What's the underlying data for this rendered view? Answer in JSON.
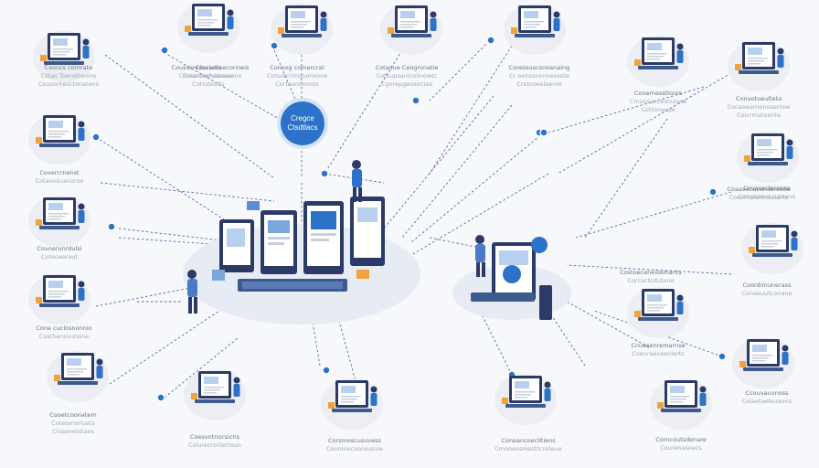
{
  "hub": {
    "line1": "Cregce",
    "line2": "Ctsdtlacs"
  },
  "nodes": [
    {
      "id": "tl-laptop-desk",
      "icon": "person-at-desk-icon",
      "caption": [
        "Cxoncs comrate",
        "Cotas Toenebenins",
        "Cousontesctonatens"
      ]
    },
    {
      "id": "t-monitor-person",
      "icon": "monitor-person-icon",
      "caption": [
        "Cresiutls",
        "Coiarslerfvatoure",
        "Cotiutestts"
      ]
    },
    {
      "id": "t-laptop",
      "icon": "laptop-icon",
      "caption": [
        "Conoxg comercrat",
        "Cotsatcrimvsorisone",
        "Corteanlloonts"
      ]
    },
    {
      "id": "t-monitor-chart",
      "icon": "monitor-chart-icon",
      "caption": [
        "Cotaoue Ceogronatle",
        "Cotsupsanlceilnowtc",
        "Cgorepgeosoctes"
      ]
    },
    {
      "id": "t-tablet",
      "icon": "tablet-icon",
      "caption": [
        "Coressuscsnoanaing",
        "Cr oenssoinmesoste",
        "Cretnoeslaenre"
      ]
    },
    {
      "id": "tr-document",
      "icon": "document-icon",
      "caption": [
        "Conemesstlonrs",
        "Cmunsaccesnuiase",
        "Cottoneuse"
      ]
    },
    {
      "id": "tr-people-desk",
      "icon": "people-desk-icon",
      "caption": [
        "Conuotoeulteta",
        "Cocaoeurnenosentoe",
        "Coicrmatoonte"
      ]
    },
    {
      "id": "l-document-stack",
      "icon": "document-stack-icon",
      "caption": [
        "Covercrnenst",
        "Cotaoosuarucoe"
      ]
    },
    {
      "id": "l-board",
      "icon": "board-person-icon",
      "caption": [
        "Covnerunrdulsi",
        "Coteceeraut"
      ]
    },
    {
      "id": "l-folder",
      "icon": "folder-icon",
      "caption": [
        "Cone cuclosnonnio",
        "Costhecevunane"
      ]
    },
    {
      "id": "bl-document",
      "icon": "document-icon",
      "caption": [
        "Cooetcoonatem",
        "Cotetensrluets",
        "Ciusenetstaes"
      ]
    },
    {
      "id": "b-presentation",
      "icon": "presentation-person-icon",
      "caption": [
        "Coesvntnocsicns",
        "Colurecrortertoun"
      ]
    },
    {
      "id": "b-laptop",
      "icon": "laptop-chart-icon",
      "caption": [
        "Corsmoscusuvess",
        "Coonmscooniusroe"
      ]
    },
    {
      "id": "b-monitor",
      "icon": "monitor-chart-icon",
      "caption": [
        "Coneancoeclitiens",
        "Cmonessmesttcnsleue"
      ]
    },
    {
      "id": "br-desk",
      "icon": "desk-person-icon",
      "caption": [
        "Corncoutsdenare",
        "Courenasoecs"
      ]
    },
    {
      "id": "r-dashboard",
      "icon": "dashboard-icon",
      "caption": [
        "Covansclocnsns",
        "Conceeeus iureane"
      ]
    },
    {
      "id": "r-people",
      "icon": "people-desk-icon",
      "caption": [
        "Coordimunerass",
        "Conaeuutconane"
      ]
    },
    {
      "id": "r-gauge",
      "icon": "gauge-icon",
      "caption": [
        "Cnuesenremarnse",
        "Coenraeceenlerts"
      ]
    },
    {
      "id": "r-monitor-pin",
      "icon": "monitor-pin-icon",
      "caption": [
        "Ccouvauvnoss",
        "Coiaetaeleuaons"
      ]
    },
    {
      "id": "m-workstation",
      "icon": "workstation-icon",
      "caption": [
        "Coussimulacsonseconneis",
        "Coneantumeaseaeoe"
      ]
    },
    {
      "id": "m-tablet",
      "icon": "tablet-icon",
      "caption": [
        "Coaavecavenosrecoe",
        "Coeomalwnncetarts"
      ]
    },
    {
      "id": "m-monitor",
      "icon": "monitor-icon",
      "caption": [
        "Costoeceneiosmants",
        "Corcactcdutone"
      ]
    }
  ],
  "colors": {
    "primary": "#2d72c9",
    "dark": "#2b3a67",
    "light_blue": "#b7d0ef",
    "accent_orange": "#f0a23b",
    "line": "#4a6fa5",
    "background": "#f7f8fb"
  }
}
